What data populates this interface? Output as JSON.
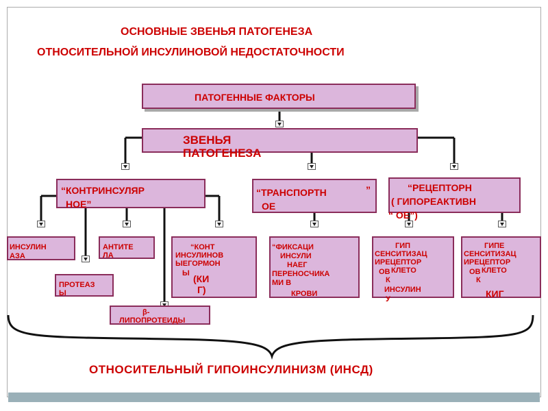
{
  "title": {
    "line1": "ОСНОВНЫЕ ЗВЕНЬЯ ПАТОГЕНЕЗА",
    "line2": "ОТНОСИТЕЛЬНОЙ   ИНСУЛИНОВОЙ НЕДОСТАТОЧНОСТИ"
  },
  "factors": "ПАТОГЕННЫЕ  ФАКТОРЫ",
  "links": {
    "line1": "ЗВЕНЬЯ",
    "line2": "ПАТОГЕНЕЗА"
  },
  "contrainsular": {
    "line1": "“КОНТРИНСУЛЯР",
    "line2": "НОЕ”"
  },
  "transport": {
    "part1": "“ТРАНСПОРТН",
    "part2": "”",
    "part3": "ОЕ"
  },
  "receptor": {
    "line1": "“РЕЦЕПТОРН",
    "line2": "( ГИПОРЕАКТИВН",
    "line3": "“ ОЕ”)"
  },
  "insulinase": {
    "line1": "ИНСУЛИН",
    "line2": "АЗА"
  },
  "antibodies": {
    "line1": "АНТИТЕ",
    "line2": "ЛА"
  },
  "proteases": {
    "line1": "ПРОТЕАЗ",
    "line2": "Ы"
  },
  "lipoproteins": {
    "line1": "β-",
    "line2": "ЛИПОПРОТЕИДЫ"
  },
  "contra_hormones": {
    "l1": "“КОНТ",
    "l2": "ИНСУЛИНОВ",
    "l3": "ЫЕГОРМОН",
    "l4": "Ы",
    "l5": "(КИ",
    "l6": "Г)"
  },
  "fixation": {
    "l1": "“ФИКСАЦИ",
    "l2": "ИНСУЛИ",
    "l3": "НАЕГ",
    "l4": "ПЕРЕНОСЧИКА",
    "l5": "МИ В",
    "l6": "КРОВИ"
  },
  "hypo_cells": {
    "l1": "ГИП",
    "l2": "СЕНСИТИЗАЦ",
    "l3": "ИРЕЦЕПТОР",
    "l4": "ОВ",
    "l5": "КЛЕТО",
    "l6": "К",
    "l7": "ИНСУЛИН",
    "l8": "У"
  },
  "hyper_cells": {
    "l1": "ГИПЕ",
    "l2": "СЕНСИТИЗАЦ",
    "l3": "ИРЕЦЕПТОР",
    "l4": "ОВ",
    "l5": "КЛЕТО",
    "l6": "К",
    "l7": "КИГ"
  },
  "result": "ОТНОСИТЕЛЬНЫЙ   ГИПОИНСУЛИНИЗМ  (ИНСД)"
}
